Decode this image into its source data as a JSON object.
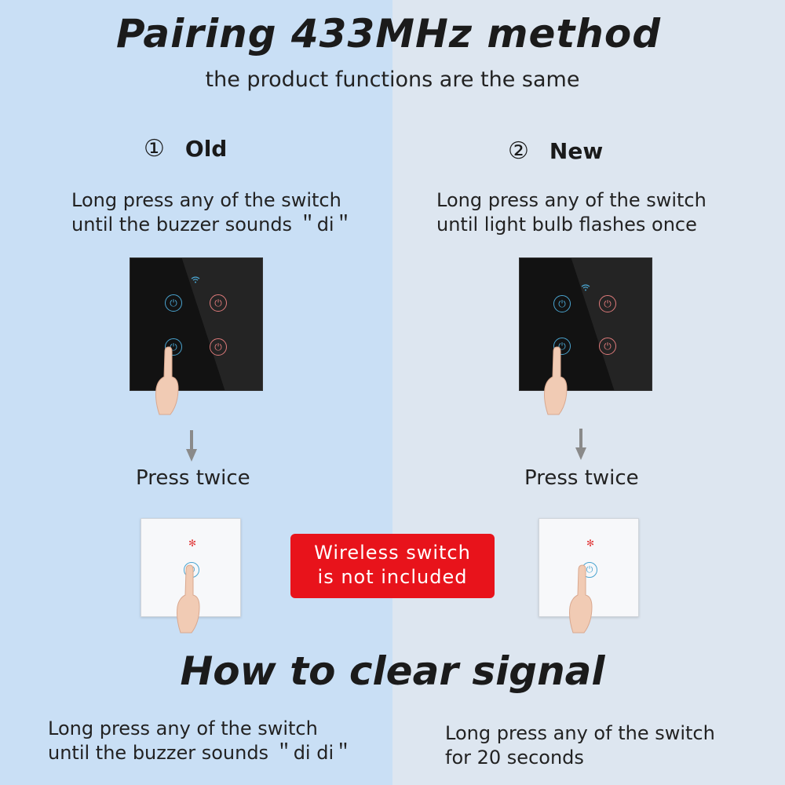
{
  "header": {
    "title": "Pairing 433MHz method",
    "subtitle": "the product functions are the same"
  },
  "old": {
    "number": "①",
    "label": "Old",
    "desc_line1": "Long press any of the switch",
    "desc_line2": "until the buzzer sounds ＂di＂",
    "press": "Press twice"
  },
  "new": {
    "number": "②",
    "label": "New",
    "desc_line1": "Long press any of the switch",
    "desc_line2": "until light bulb flashes once",
    "press": "Press twice"
  },
  "notice": {
    "line1": "Wireless switch",
    "line2": "is not included"
  },
  "clear": {
    "title": "How to clear signal",
    "left_line1": "Long press any of the switch",
    "left_line2": "until the buzzer sounds ＂di di＂",
    "right_line1": "Long press any of the switch",
    "right_line2": "for 20 seconds"
  },
  "colors": {
    "left_bg": "#c9dff5",
    "right_bg": "#dde6f0",
    "notice_bg": "#e8131b",
    "panel": "#121212"
  },
  "icons": {
    "power": "power-icon",
    "wifi": "wifi-icon",
    "hand": "pointing-hand-icon",
    "arrow": "arrow-down-icon"
  }
}
